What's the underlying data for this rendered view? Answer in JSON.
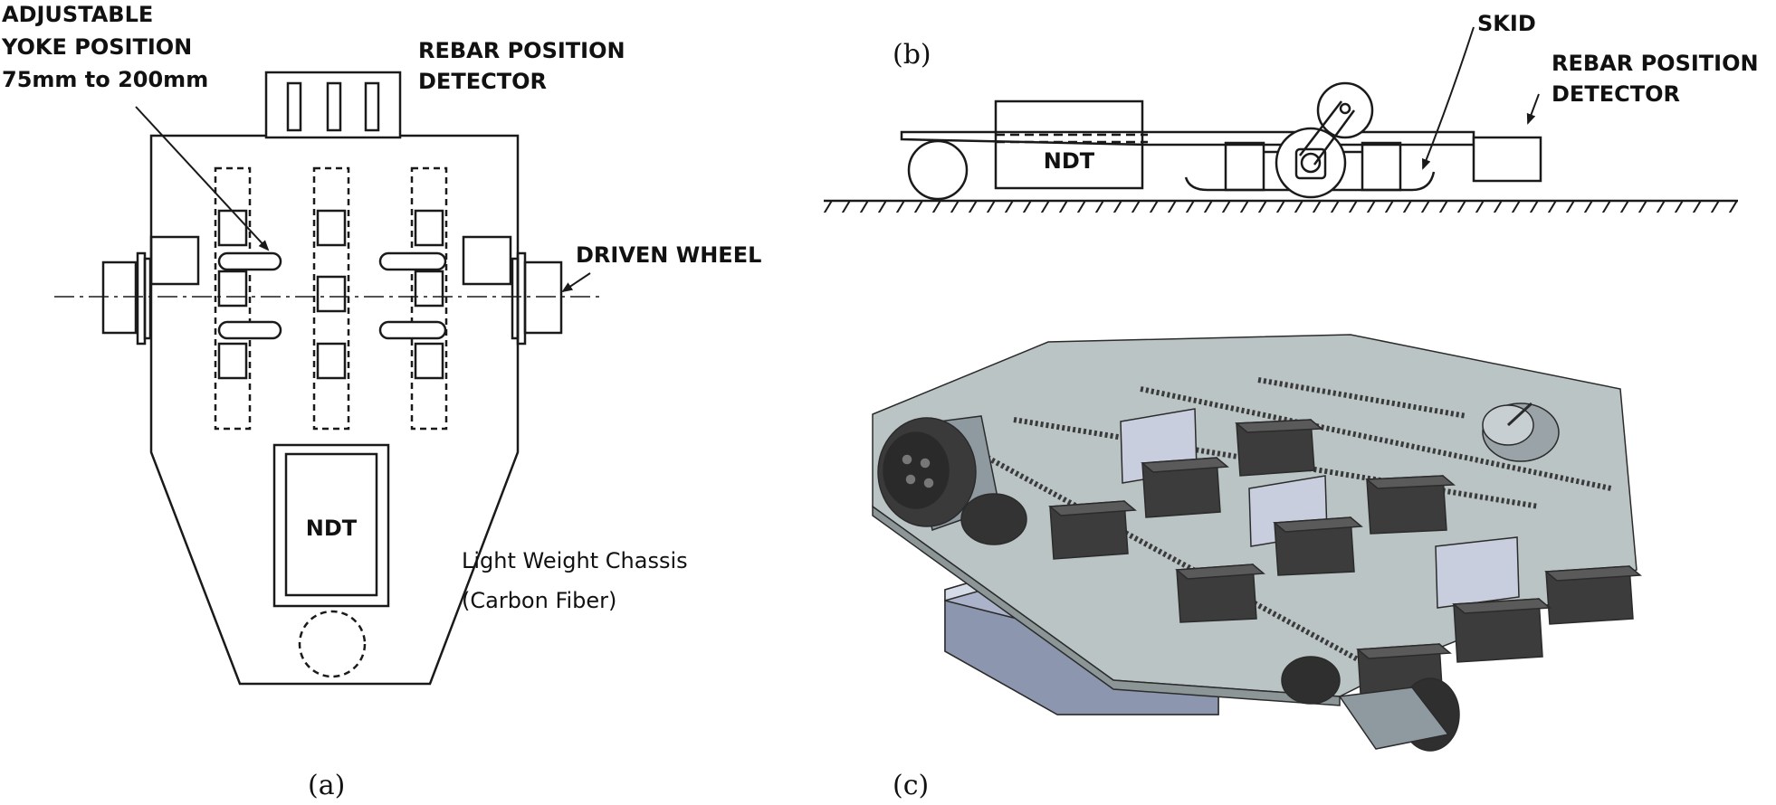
{
  "panel_a": {
    "caption": "(a)",
    "yoke_label": [
      "ADJUSTABLE",
      "YOKE POSITION",
      "75mm to 200mm"
    ],
    "rebar_label": [
      "REBAR POSITION",
      "DETECTOR"
    ],
    "wheel_label": "DRIVEN WHEEL",
    "ndt_label": "NDT",
    "chassis_label": [
      "Light Weight Chassis",
      "(Carbon Fiber)"
    ]
  },
  "panel_b": {
    "caption": "(b)",
    "ndt_label": "NDT",
    "skid_label": "SKID",
    "rebar_label": [
      "REBAR POSITION",
      "DETECTOR"
    ]
  },
  "panel_c": {
    "caption": "(c)"
  },
  "colors": {
    "line": "#1a1a1a",
    "plate": "#b9c3c4",
    "box_dark": "#3c3c3c",
    "box_light": "#c7ccdc",
    "ndt_box": "#9fa8bf"
  }
}
